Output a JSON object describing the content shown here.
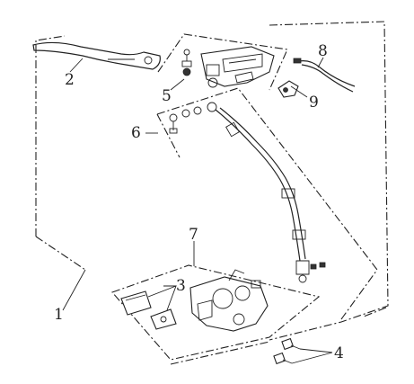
{
  "diagram": {
    "callouts": [
      {
        "id": "1",
        "label": "1"
      },
      {
        "id": "2",
        "label": "2"
      },
      {
        "id": "3",
        "label": "3"
      },
      {
        "id": "4",
        "label": "4"
      },
      {
        "id": "5",
        "label": "5"
      },
      {
        "id": "6",
        "label": "6"
      },
      {
        "id": "7",
        "label": "7"
      },
      {
        "id": "8",
        "label": "8"
      },
      {
        "id": "9",
        "label": "9"
      }
    ],
    "parts": [
      {
        "callout": "1",
        "icon": "front-brake-assembly-outline"
      },
      {
        "callout": "2",
        "icon": "brake-lever-icon"
      },
      {
        "callout": "3",
        "icon": "brake-pad-icon"
      },
      {
        "callout": "4",
        "icon": "bolt-icon"
      },
      {
        "callout": "5",
        "icon": "master-cylinder-icon"
      },
      {
        "callout": "6",
        "icon": "brake-hose-icon"
      },
      {
        "callout": "7",
        "icon": "brake-caliper-icon"
      },
      {
        "callout": "8",
        "icon": "brake-switch-wire-icon"
      },
      {
        "callout": "9",
        "icon": "brake-switch-icon"
      }
    ]
  }
}
